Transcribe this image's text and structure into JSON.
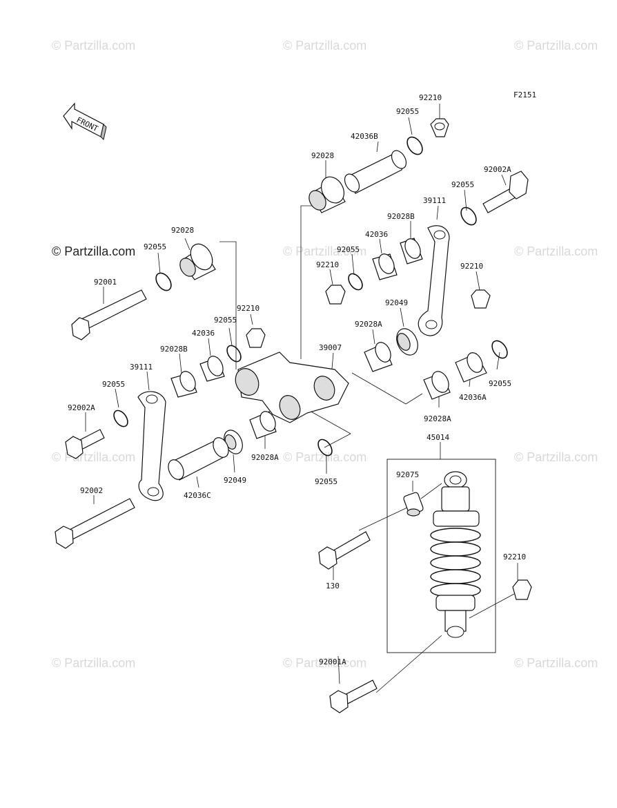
{
  "figure_code": "F2151",
  "front_label": "FRONT",
  "watermark": "© Partzilla.com",
  "parts": {
    "p92210_top": "92210",
    "p92055_top": "92055",
    "p42036B": "42036B",
    "p92028_top": "92028",
    "p92002A_r": "92002A",
    "p92055_r1": "92055",
    "p39111_r": "39111",
    "p92028B_r": "92028B",
    "p42036_r": "42036",
    "p92055_mid": "92055",
    "p92210_mid": "92210",
    "p92210_r": "92210",
    "p92028_l": "92028",
    "p92055_l1": "92055",
    "p92001": "92001",
    "p92210_l": "92210",
    "p92055_l2": "92055",
    "p42036_l": "42036",
    "p92028B_l": "92028B",
    "p39111_l": "39111",
    "p92049_r": "92049",
    "p92028A_r1": "92028A",
    "p39007": "39007",
    "p92055_r2": "92055",
    "p42036A": "42036A",
    "p92028A_r2": "92028A",
    "p92055_l3": "92055",
    "p92002A_l": "92002A",
    "p92028A_c": "92028A",
    "p92049_l": "92049",
    "p42036C": "42036C",
    "p92055_c": "92055",
    "p92002": "92002",
    "p45014": "45014",
    "p92075": "92075",
    "p130": "130",
    "p92210_b": "92210",
    "p92001A": "92001A"
  }
}
